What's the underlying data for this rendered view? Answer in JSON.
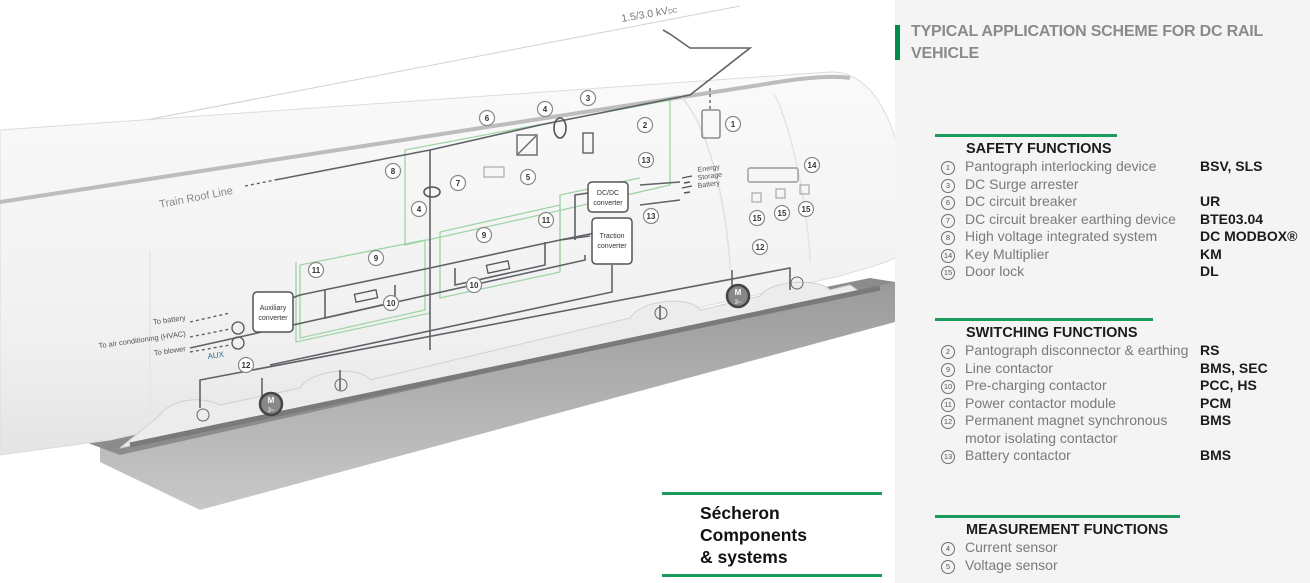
{
  "diagram": {
    "supply_label": "1.5/3.0 kV",
    "supply_sub": "DC",
    "roof_line_label": "Train Roof Line",
    "energy_storage_label": [
      "Energy",
      "Storage",
      "Battery"
    ],
    "dcdc_label": [
      "DC/DC",
      "converter"
    ],
    "traction_label": [
      "Traction",
      "converter"
    ],
    "aux_conv_label": [
      "Auxiliary",
      "converter"
    ],
    "aux_outputs": [
      "To battery",
      "To air conditioning (HVAC)",
      "To blower"
    ],
    "aux_label": "AUX",
    "motor_label": [
      "M",
      "3~"
    ],
    "callouts": [
      "1",
      "2",
      "3",
      "4",
      "4",
      "5",
      "6",
      "7",
      "8",
      "9",
      "9",
      "10",
      "10",
      "11",
      "11",
      "12",
      "12",
      "13",
      "13",
      "14",
      "15",
      "15",
      "15"
    ]
  },
  "panel": {
    "title": "TYPICAL APPLICATION SCHEME FOR DC RAIL VEHICLE",
    "sections": [
      {
        "heading": "SAFETY FUNCTIONS",
        "items": [
          {
            "num": "1",
            "label": "Pantograph interlocking device",
            "product": "BSV, SLS"
          },
          {
            "num": "3",
            "label": "DC Surge arrester",
            "product": ""
          },
          {
            "num": "6",
            "label": "DC circuit breaker",
            "product": "UR"
          },
          {
            "num": "7",
            "label": "DC circuit breaker earthing device",
            "product": "BTE03.04"
          },
          {
            "num": "8",
            "label": "High voltage integrated system",
            "product": "DC MODBOX®"
          },
          {
            "num": "14",
            "label": "Key Multiplier",
            "product": "KM"
          },
          {
            "num": "15",
            "label": "Door lock",
            "product": "DL"
          }
        ]
      },
      {
        "heading": "SWITCHING FUNCTIONS",
        "items": [
          {
            "num": "2",
            "label": "Pantograph disconnector & earthing",
            "product": "RS"
          },
          {
            "num": "9",
            "label": "Line contactor",
            "product": "BMS, SEC"
          },
          {
            "num": "10",
            "label": "Pre-charging contactor",
            "product": "PCC, HS"
          },
          {
            "num": "11",
            "label": "Power contactor module",
            "product": "PCM"
          },
          {
            "num": "12",
            "label": "Permanent magnet synchronous motor isolating contactor",
            "product": "BMS"
          },
          {
            "num": "13",
            "label": "Battery contactor",
            "product": "BMS"
          }
        ]
      },
      {
        "heading": "MEASUREMENT FUNCTIONS",
        "items": [
          {
            "num": "4",
            "label": "Current sensor",
            "product": ""
          },
          {
            "num": "5",
            "label": "Voltage sensor",
            "product": ""
          }
        ]
      }
    ]
  },
  "brand": {
    "lines": [
      "Sécheron",
      "Components",
      "& systems"
    ]
  },
  "colors": {
    "accent_green": "#1a9a5c",
    "title_gray": "#8a8a8a",
    "panel_bg": "#f4f4f4"
  }
}
